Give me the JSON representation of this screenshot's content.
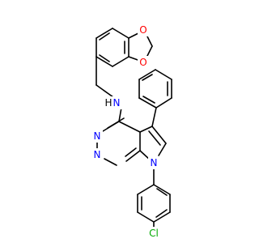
{
  "molecule": {
    "colors": {
      "bond": "#000000",
      "N": "#0000ff",
      "O": "#ff0000",
      "Cl": "#00aa00",
      "H": "#000000"
    },
    "atom_labels": {
      "o1": "O",
      "o2": "O",
      "n_amine": "N",
      "h_amine": "H",
      "n3": "N",
      "n1": "N",
      "n7": "N",
      "cl": "Cl"
    }
  }
}
